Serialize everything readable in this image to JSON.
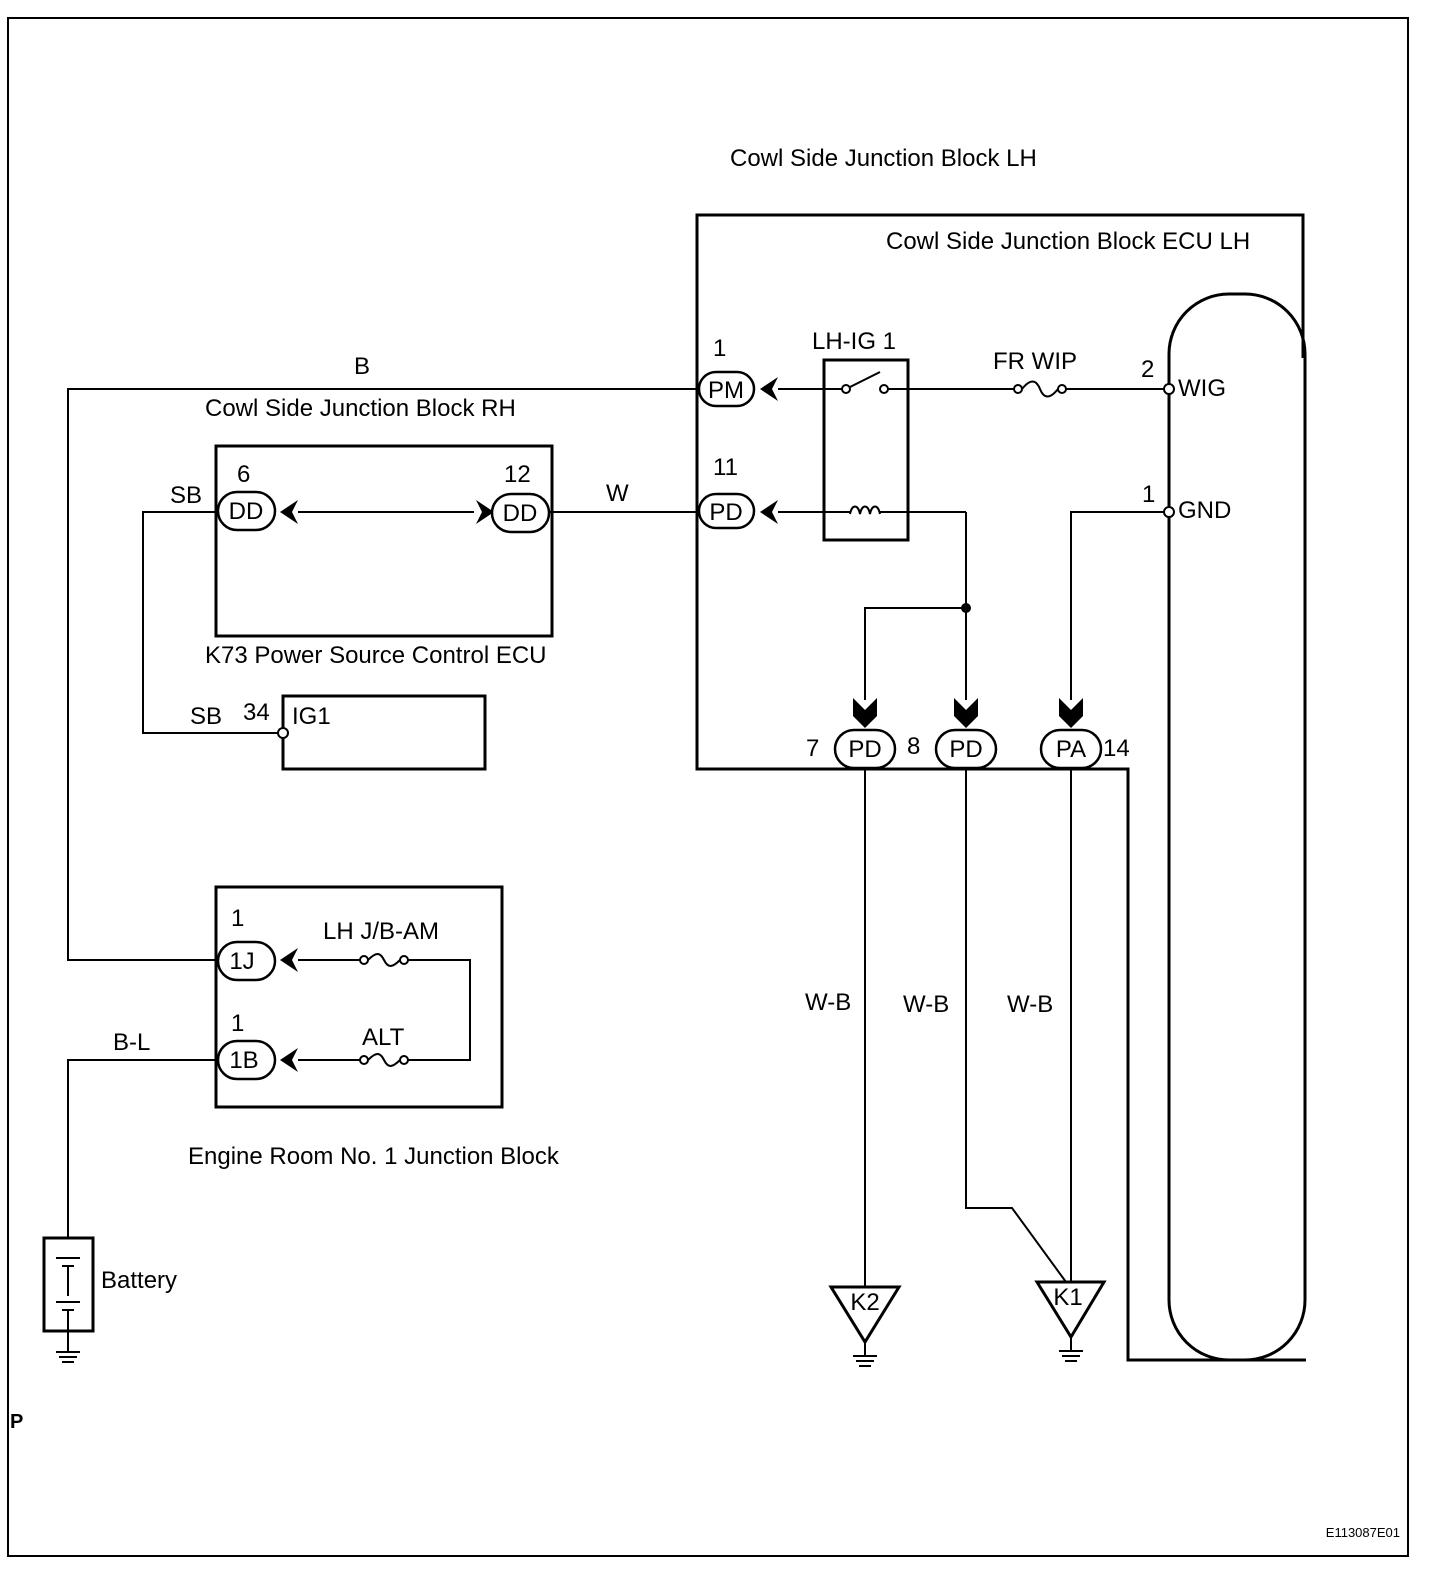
{
  "blocks": {
    "cowl_lh_title": "Cowl Side Junction Block LH",
    "cowl_lh_ecu": "Cowl Side Junction Block  ECU LH",
    "cowl_rh": "Cowl Side Junction Block RH",
    "k73": "K73 Power Source Control ECU",
    "engine_room": "Engine Room No. 1 Junction Block"
  },
  "components": {
    "relay": "LH-IG 1",
    "fuse_frwip": "FR WIP",
    "fuse_lhjb": "LH J/B-AM",
    "fuse_alt": "ALT",
    "battery": "Battery"
  },
  "wires": {
    "b": "B",
    "sb_top": "SB",
    "sb_bottom": "SB",
    "w": "W",
    "bl": "B-L",
    "wb1": "W-B",
    "wb2": "W-B",
    "wb3": "W-B"
  },
  "connectors": {
    "pm": {
      "name": "PM",
      "pin": "1"
    },
    "pd11": {
      "name": "PD",
      "pin": "11"
    },
    "dd6": {
      "name": "DD",
      "pin": "6"
    },
    "dd12": {
      "name": "DD",
      "pin": "12"
    },
    "pd7": {
      "name": "PD",
      "pin": "7"
    },
    "pd8": {
      "name": "PD",
      "pin": "8"
    },
    "pa14": {
      "name": "PA",
      "pin": "14"
    },
    "j1": {
      "name": "1J",
      "pin": "1"
    },
    "b1": {
      "name": "1B",
      "pin": "1"
    }
  },
  "terminals": {
    "wig": {
      "name": "WIG",
      "pin": "2"
    },
    "gnd": {
      "name": "GND",
      "pin": "1"
    },
    "ig1": {
      "name": "IG1",
      "pin": "34"
    }
  },
  "grounds": {
    "k2": "K2",
    "k1": "K1"
  },
  "corner_mark": "P",
  "figure_code": "E113087E01"
}
